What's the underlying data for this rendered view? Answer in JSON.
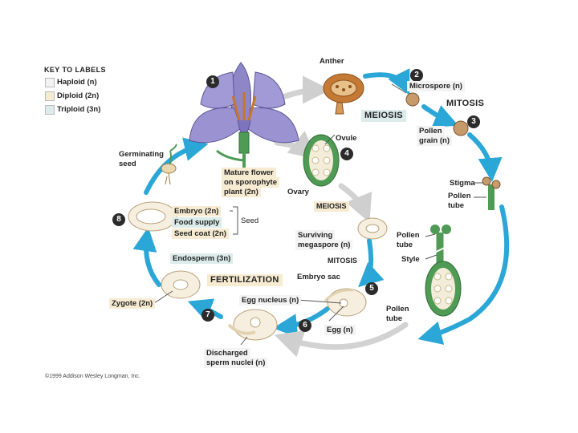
{
  "key": {
    "title": "Key to labels",
    "items": [
      {
        "label": "Haploid (n)",
        "color": "#f3f3f3"
      },
      {
        "label": "Diploid (2n)",
        "color": "#f7ecd2"
      },
      {
        "label": "Triploid (3n)",
        "color": "#dcecea"
      }
    ]
  },
  "steps": [
    "1",
    "2",
    "3",
    "4",
    "5",
    "6",
    "7",
    "8"
  ],
  "labels": {
    "anther": "Anther",
    "microspore": "Microspore (n)",
    "meiosis_top": "Meiosis",
    "mitosis_top": "Mitosis",
    "pollen_grain_1": "Pollen",
    "pollen_grain_2": "grain (n)",
    "ovule": "Ovule",
    "germinating_1": "Germinating",
    "germinating_2": "seed",
    "mature_1": "Mature flower",
    "mature_2": "on sporophyte",
    "mature_3": "plant (2n)",
    "ovary": "Ovary",
    "stigma": "Stigma",
    "pollen_tube_right_1": "Pollen",
    "pollen_tube_right_2": "tube",
    "meiosis_mid": "Meiosis",
    "embryo": "Embryo (2n)",
    "food_supply": "Food supply",
    "seed_coat": "Seed coat (2n)",
    "seed": "Seed",
    "surviving_1": "Surviving",
    "surviving_2": "megaspore (n)",
    "pollen_tube_mid_1": "Pollen",
    "pollen_tube_mid_2": "tube",
    "style": "Style",
    "endosperm": "Endosperm (3n)",
    "mitosis_mid": "Mitosis",
    "fertilization": "Fertilization",
    "embryo_sac": "Embryo sac",
    "zygote": "Zygote (2n)",
    "egg_nucleus": "Egg nucleus (n)",
    "pollen_tube_low_1": "Pollen",
    "pollen_tube_low_2": "tube",
    "egg": "Egg (n)",
    "discharged_1": "Discharged",
    "discharged_2": "sperm nuclei (n)",
    "copyright": "©1999 Addison Wesley Longman, Inc."
  }
}
